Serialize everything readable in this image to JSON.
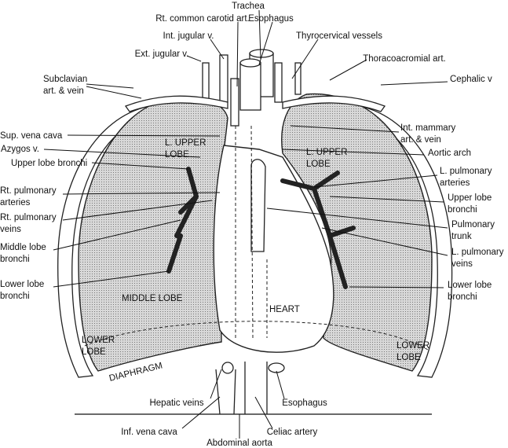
{
  "labels": {
    "trachea": "Trachea",
    "esophagus_top": "Esophagus",
    "rt_common_carotid": "Rt. common carotid art.",
    "int_jugular": "Int. jugular v.",
    "thyrocervical": "Thyrocervical vessels",
    "ext_jugular": "Ext. jugular v.",
    "thoracoacromial": "Thoracoacromial art.",
    "subclavian_1": "Subclavian",
    "subclavian_2": "art. & vein",
    "cephalic": "Cephalic v",
    "int_mammary_1": "Int. mammary",
    "int_mammary_2": "art. & vein",
    "sup_vena_cava": "Sup. vena cava",
    "azygos": "Azygos v.",
    "aortic_arch": "Aortic arch",
    "upper_lobe_bronchi_r": "Upper lobe bronchi",
    "l_pulm_arteries_1": "L. pulmonary",
    "l_pulm_arteries_2": "arteries",
    "rt_pulm_arteries_1": "Rt. pulmonary",
    "rt_pulm_arteries_2": "arteries",
    "upper_lobe_bronchi_l_1": "Upper lobe",
    "upper_lobe_bronchi_l_2": "bronchi",
    "rt_pulm_veins_1": "Rt. pulmonary",
    "rt_pulm_veins_2": "veins",
    "pulm_trunk_1": "Pulmonary",
    "pulm_trunk_2": "trunk",
    "middle_lobe_bronchi_1": "Middle lobe",
    "middle_lobe_bronchi_2": "bronchi",
    "l_pulm_veins_1": "L. pulmonary",
    "l_pulm_veins_2": "veins",
    "lower_lobe_bronchi_r_1": "Lower lobe",
    "lower_lobe_bronchi_r_2": "bronchi",
    "lower_lobe_bronchi_l_1": "Lower lobe",
    "lower_lobe_bronchi_l_2": "bronchi",
    "hepatic_veins": "Hepatic veins",
    "esophagus_bottom": "Esophagus",
    "inf_vena_cava": "Inf. vena cava",
    "celiac_artery": "Celiac artery",
    "abdominal_aorta": "Abdominal aorta"
  },
  "regions": {
    "r_upper_1": "L. UPPER",
    "r_upper_2": "LOBE",
    "l_upper_1": "L. UPPER",
    "l_upper_2": "LOBE",
    "middle_lobe": "MIDDLE LOBE",
    "heart": "HEART",
    "lower_r_1": "LOWER",
    "lower_r_2": "LOBE",
    "lower_l_1": "LOWER",
    "lower_l_2": "LOBE",
    "diaphragm": "DIAPHRAGM"
  }
}
